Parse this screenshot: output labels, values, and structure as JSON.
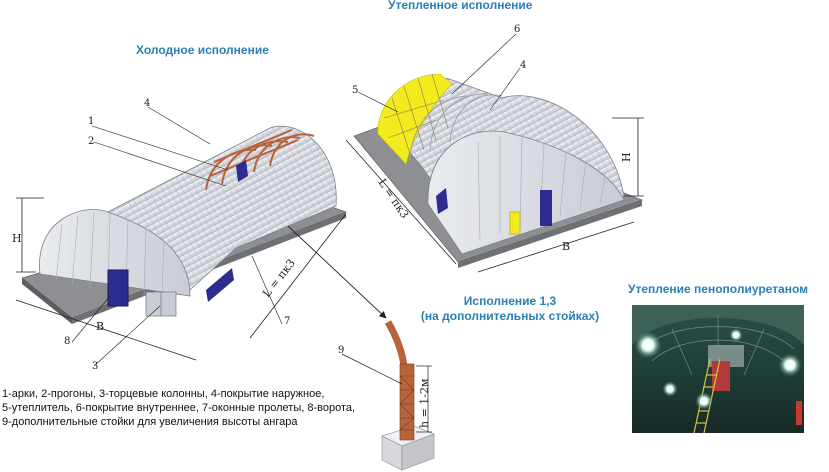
{
  "headings": {
    "cold": "Холодное исполнение",
    "warm": "Утепленное исполнение",
    "variant_line1": "Исполнение 1,3",
    "variant_line2": "(на дополнительных стойках)",
    "polyurethane": "Утепление пенополиуретаном"
  },
  "legend": {
    "line1": "1-арки, 2-прогоны, 3-торцевые колонны, 4-покрытие наружное,",
    "line2": "5-утеплитель, 6-покрытие внутреннее, 7-оконные пролеты, 8-ворота,",
    "line3": "9-дополнительные стойки для увеличения высоты ангара"
  },
  "cold": {
    "callouts": [
      "1",
      "2",
      "3",
      "4",
      "7",
      "8"
    ],
    "dim_h": "H",
    "dim_b": "B",
    "dim_l": "L = пк3"
  },
  "warm": {
    "callouts": [
      "4",
      "5",
      "6"
    ],
    "dim_h": "H",
    "dim_b": "B",
    "dim_l": "L = пк3"
  },
  "column_detail": {
    "callout": "9",
    "dim_h": "h = 1-2м"
  },
  "colors": {
    "heading": "#2a7fb4",
    "insulation": "#f2ec1e",
    "gate": "#2d2d8f",
    "arch": "#b8643a",
    "roof": "#dcdfe6"
  },
  "icons": [
    "arrow-icon"
  ]
}
